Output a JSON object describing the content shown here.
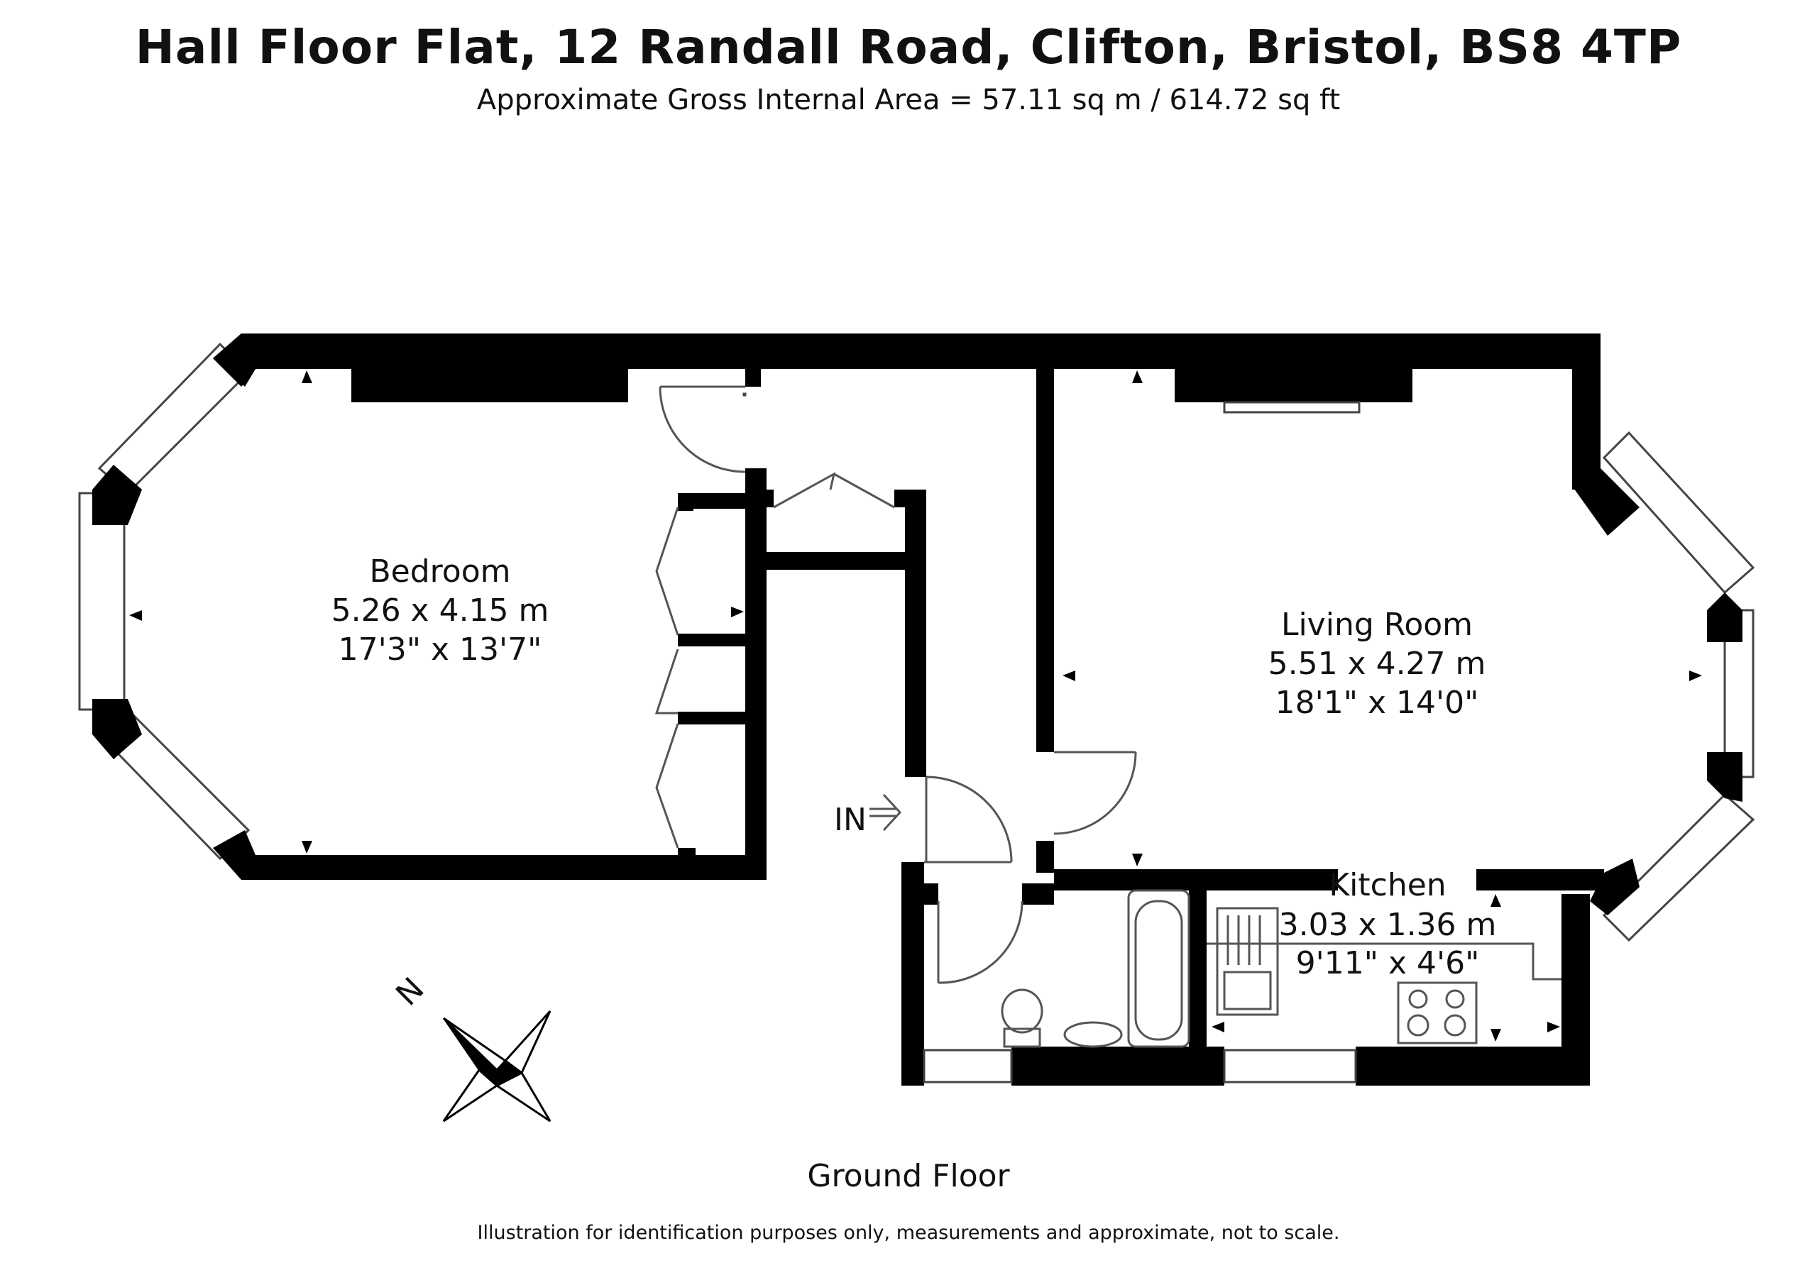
{
  "header": {
    "title": "Hall Floor Flat, 12 Randall Road, Clifton, Bristol, BS8 4TP",
    "subtitle": "Approximate Gross Internal Area = 57.11 sq m / 614.72 sq ft"
  },
  "rooms": {
    "bedroom": {
      "name": "Bedroom",
      "metric": "5.26 x 4.15 m",
      "imperial": "17'3\" x 13'7\""
    },
    "living": {
      "name": "Living Room",
      "metric": "5.51 x 4.27 m",
      "imperial": "18'1\" x 14'0\""
    },
    "kitchen": {
      "name": "Kitchen",
      "metric": "3.03 x 1.36 m",
      "imperial": "9'11\" x 4'6\""
    }
  },
  "entrance": {
    "label": "IN"
  },
  "compass": {
    "label": "N"
  },
  "floor_label": "Ground Floor",
  "disclaimer": "Illustration for identification purposes only, measurements and approximate, not to scale."
}
